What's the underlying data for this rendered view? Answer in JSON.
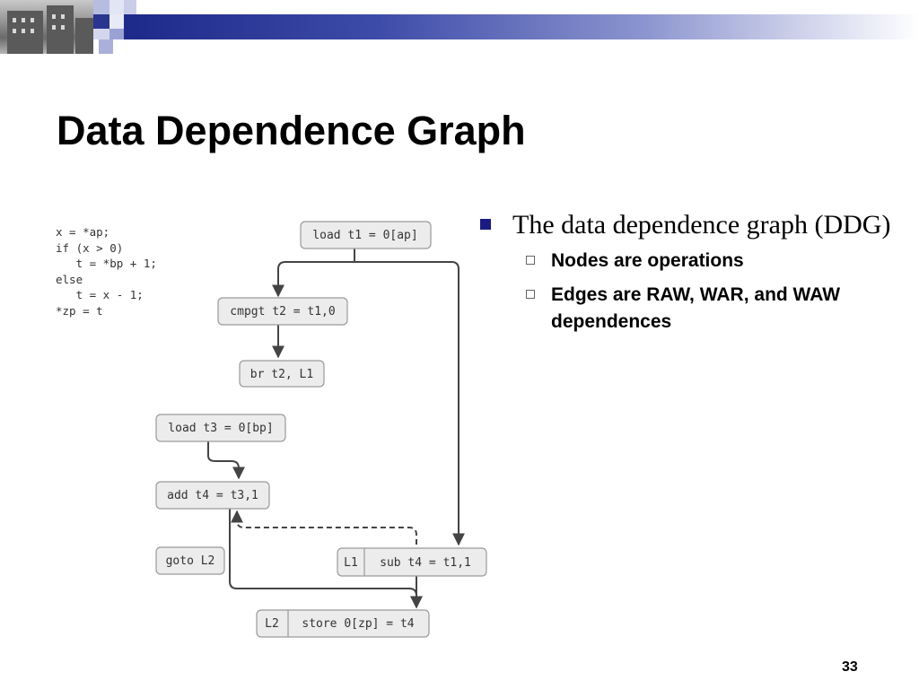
{
  "slide": {
    "title": "Data Dependence Graph",
    "page_number": "33"
  },
  "code_listing": [
    "x = *ap;",
    "if (x > 0)",
    "   t = *bp + 1;",
    "else",
    "   t = x - 1;",
    "*zp = t"
  ],
  "graph": {
    "nodes": [
      {
        "id": "n1",
        "text": "load t1 = 0[ap]"
      },
      {
        "id": "n2",
        "text": "cmpgt t2 = t1,0"
      },
      {
        "id": "n3",
        "text": "br t2, L1"
      },
      {
        "id": "n4",
        "text": "load t3 = 0[bp]"
      },
      {
        "id": "n5",
        "text": "add t4 = t3,1"
      },
      {
        "id": "n6",
        "text": "goto L2"
      },
      {
        "id": "n7",
        "label": "L1",
        "text": "sub t4 = t1,1"
      },
      {
        "id": "n8",
        "label": "L2",
        "text": "store 0[zp] = t4"
      }
    ]
  },
  "bullets": [
    {
      "text": "The data dependence graph (DDG)",
      "sub": [
        "Nodes are operations",
        "Edges are RAW, WAR, and WAW dependences"
      ]
    }
  ],
  "colors": {
    "bullet_marker": "#1a1a80",
    "header_gradient_start": "#1f2b8a",
    "node_fill": "#ececec"
  }
}
